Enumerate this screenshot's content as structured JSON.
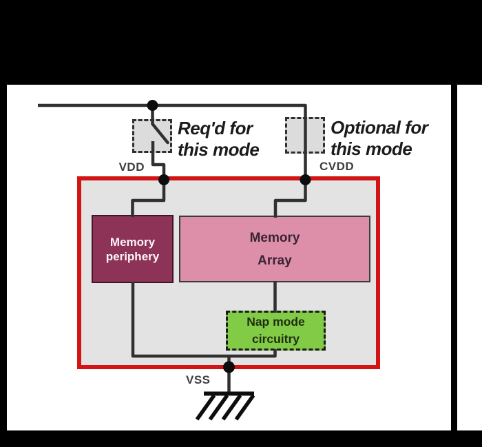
{
  "diagram": {
    "rails": {
      "vdd": "VDD",
      "cvdd": "CVDD",
      "vss": "VSS"
    },
    "notes": {
      "required": {
        "line1": "Req'd for",
        "line2": "this mode"
      },
      "optional": {
        "line1": "Optional for",
        "line2": "this mode"
      }
    },
    "blocks": {
      "memory_periphery": {
        "line1": "Memory",
        "line2": "periphery"
      },
      "memory_array": {
        "line1": "Memory",
        "line2": "Array"
      },
      "nap_mode": {
        "line1": "Nap mode",
        "line2": "circuitry"
      }
    },
    "colors": {
      "background": "#000000",
      "page": "#ffffff",
      "chip_outline": "#d21414",
      "chip_fill": "#e3e3e3",
      "switch_fill": "#dcdcdc",
      "memory_periphery_fill": "#8d3357",
      "memory_array_fill": "#dd8fa9",
      "nap_mode_fill": "#82cb47",
      "wire": "#303030"
    }
  }
}
